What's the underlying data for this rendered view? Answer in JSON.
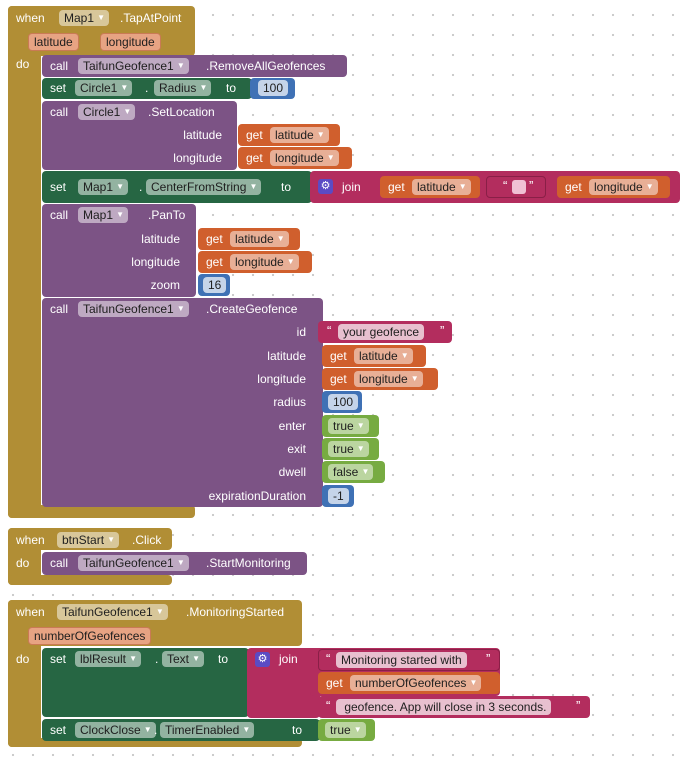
{
  "quote_open": "“",
  "quote_close": "”",
  "e1": {
    "when": "when",
    "component": "Map1",
    "event": ".TapAtPoint",
    "p1": "latitude",
    "p2": "longitude",
    "do": "do",
    "s1": {
      "call": "call",
      "comp": "TaifunGeofence1",
      "method": ".RemoveAllGeofences"
    },
    "s2": {
      "set": "set",
      "comp": "Circle1",
      "dot": ".",
      "prop": "Radius",
      "to": "to",
      "value": "100"
    },
    "s3": {
      "call": "call",
      "comp": "Circle1",
      "method": ".SetLocation",
      "a1_label": "latitude",
      "a2_label": "longitude",
      "get": "get",
      "a1_var": "latitude",
      "a2_var": "longitude"
    },
    "s4": {
      "set": "set",
      "comp": "Map1",
      "dot": ".",
      "prop": "CenterFromString",
      "to": "to",
      "join": "join",
      "get": "get",
      "v1": "latitude",
      "v2": "longitude"
    },
    "s5": {
      "call": "call",
      "comp": "Map1",
      "method": ".PanTo",
      "a1_label": "latitude",
      "a2_label": "longitude",
      "a3_label": "zoom",
      "get": "get",
      "a1_var": "latitude",
      "a2_var": "longitude",
      "zoom": "16"
    },
    "s6": {
      "call": "call",
      "comp": "TaifunGeofence1",
      "method": ".CreateGeofence",
      "get": "get",
      "labels": [
        "id",
        "latitude",
        "longitude",
        "radius",
        "enter",
        "exit",
        "dwell",
        "expirationDuration"
      ],
      "id": "your geofence",
      "latitude": "latitude",
      "longitude": "longitude",
      "radius": "100",
      "enter": "true",
      "exit": "true",
      "dwell": "false",
      "expirationDuration": "-1"
    }
  },
  "e2": {
    "when": "when",
    "component": "btnStart",
    "event": ".Click",
    "do": "do",
    "call": "call",
    "comp": "TaifunGeofence1",
    "method": ".StartMonitoring"
  },
  "e3": {
    "when": "when",
    "component": "TaifunGeofence1",
    "event": ".MonitoringStarted",
    "p1": "numberOfGeofences",
    "do": "do",
    "s1": {
      "set": "set",
      "comp": "lblResult",
      "dot": ".",
      "prop": "Text",
      "to": "to",
      "join": "join",
      "t1": "Monitoring started with",
      "get": "get",
      "var": "numberOfGeofences",
      "t2": " geofence. App will close in 3 seconds."
    },
    "s2": {
      "set": "set",
      "comp": "ClockClose",
      "dot": ".",
      "prop": "TimerEnabled",
      "to": "to",
      "value": "true"
    }
  }
}
